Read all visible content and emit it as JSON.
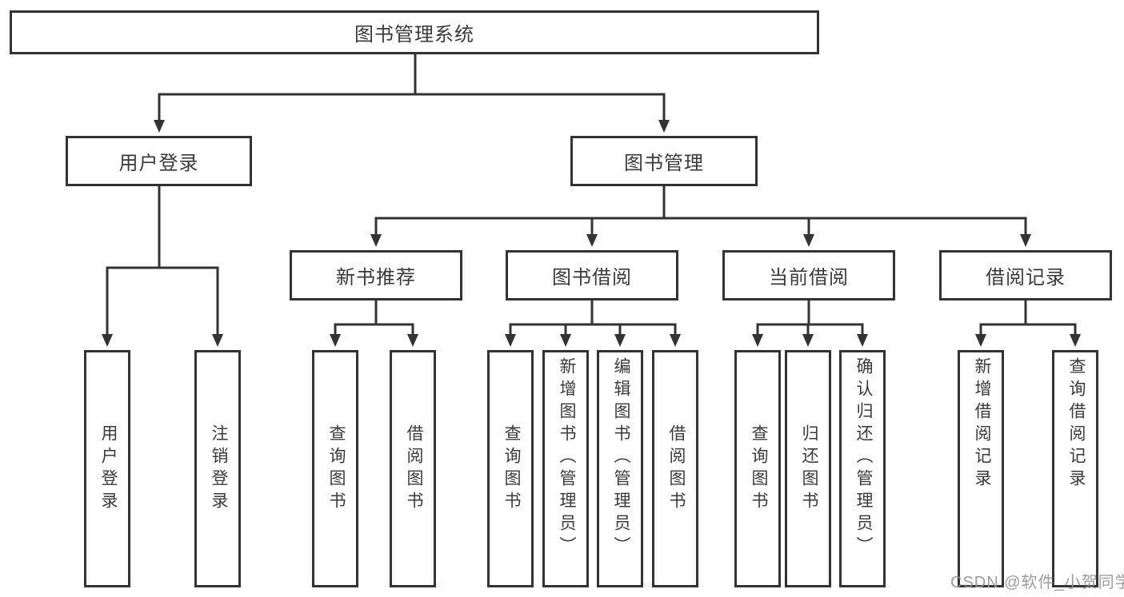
{
  "diagram": {
    "type": "tree",
    "tree": {
      "label": "图书管理系统",
      "children": [
        {
          "label": "用户登录",
          "children": [
            {
              "label": "用户登录"
            },
            {
              "label": "注销登录"
            }
          ]
        },
        {
          "label": "图书管理",
          "children": [
            {
              "label": "新书推荐",
              "children": [
                {
                  "label": "查询图书"
                },
                {
                  "label": "借阅图书"
                }
              ]
            },
            {
              "label": "图书借阅",
              "children": [
                {
                  "label": "查询图书"
                },
                {
                  "label": "新增图书（管理员）"
                },
                {
                  "label": "编辑图书（管理员）"
                },
                {
                  "label": "借阅图书"
                }
              ]
            },
            {
              "label": "当前借阅",
              "children": [
                {
                  "label": "查询图书"
                },
                {
                  "label": "归还图书"
                },
                {
                  "label": "确认归还（管理员）"
                }
              ]
            },
            {
              "label": "借阅记录",
              "children": [
                {
                  "label": "新增借阅记录"
                },
                {
                  "label": "查询借阅记录"
                }
              ]
            }
          ]
        }
      ]
    },
    "colors": {
      "line": "#333333",
      "box_border": "#333333",
      "text": "#3a3a3a",
      "background": "#ffffff",
      "watermark": "#949494"
    },
    "watermark": {
      "text": "CSDN @软件_小贺同学"
    }
  }
}
